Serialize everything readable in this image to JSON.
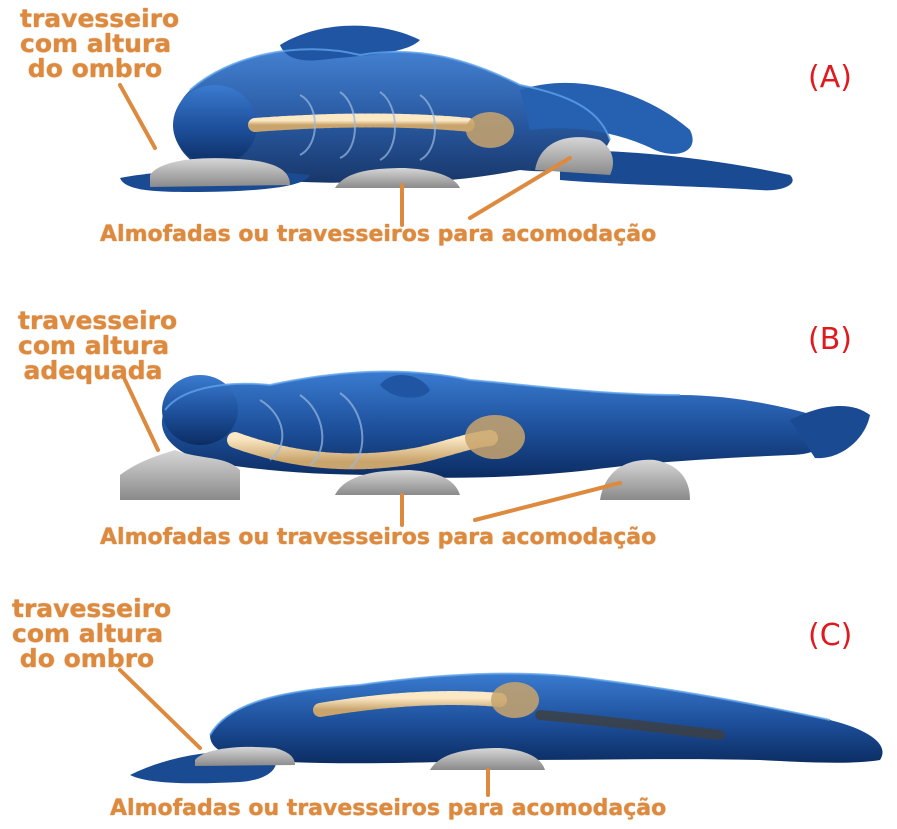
{
  "panels": [
    {
      "tag": "(A)",
      "note_lines": [
        "travesseiro",
        "com altura",
        "do ombro"
      ],
      "bottom_label": "Almofadas ou travesseiros para acomodação"
    },
    {
      "tag": "(B)",
      "note_lines": [
        "travesseiro",
        "com altura",
        "adequada"
      ],
      "bottom_label": "Almofadas ou travesseiros para acomodação"
    },
    {
      "tag": "(C)",
      "note_lines": [
        "travesseiro",
        "com altura",
        "do ombro"
      ],
      "bottom_label": "Almofadas ou travesseiros para acomodação"
    }
  ],
  "colors": {
    "body": "#1d4f9a",
    "body_dark": "#0c2d63",
    "glow": "#5ea2ea",
    "bone": "#f2d6a6",
    "pillow": "#9c9c9c",
    "pillow_light": "#d2d2d2",
    "annotation": "#dd8a3e",
    "tag": "#e0191e"
  },
  "icons": [
    "human-body-figure",
    "skeleton-spine",
    "pillow-icon"
  ]
}
